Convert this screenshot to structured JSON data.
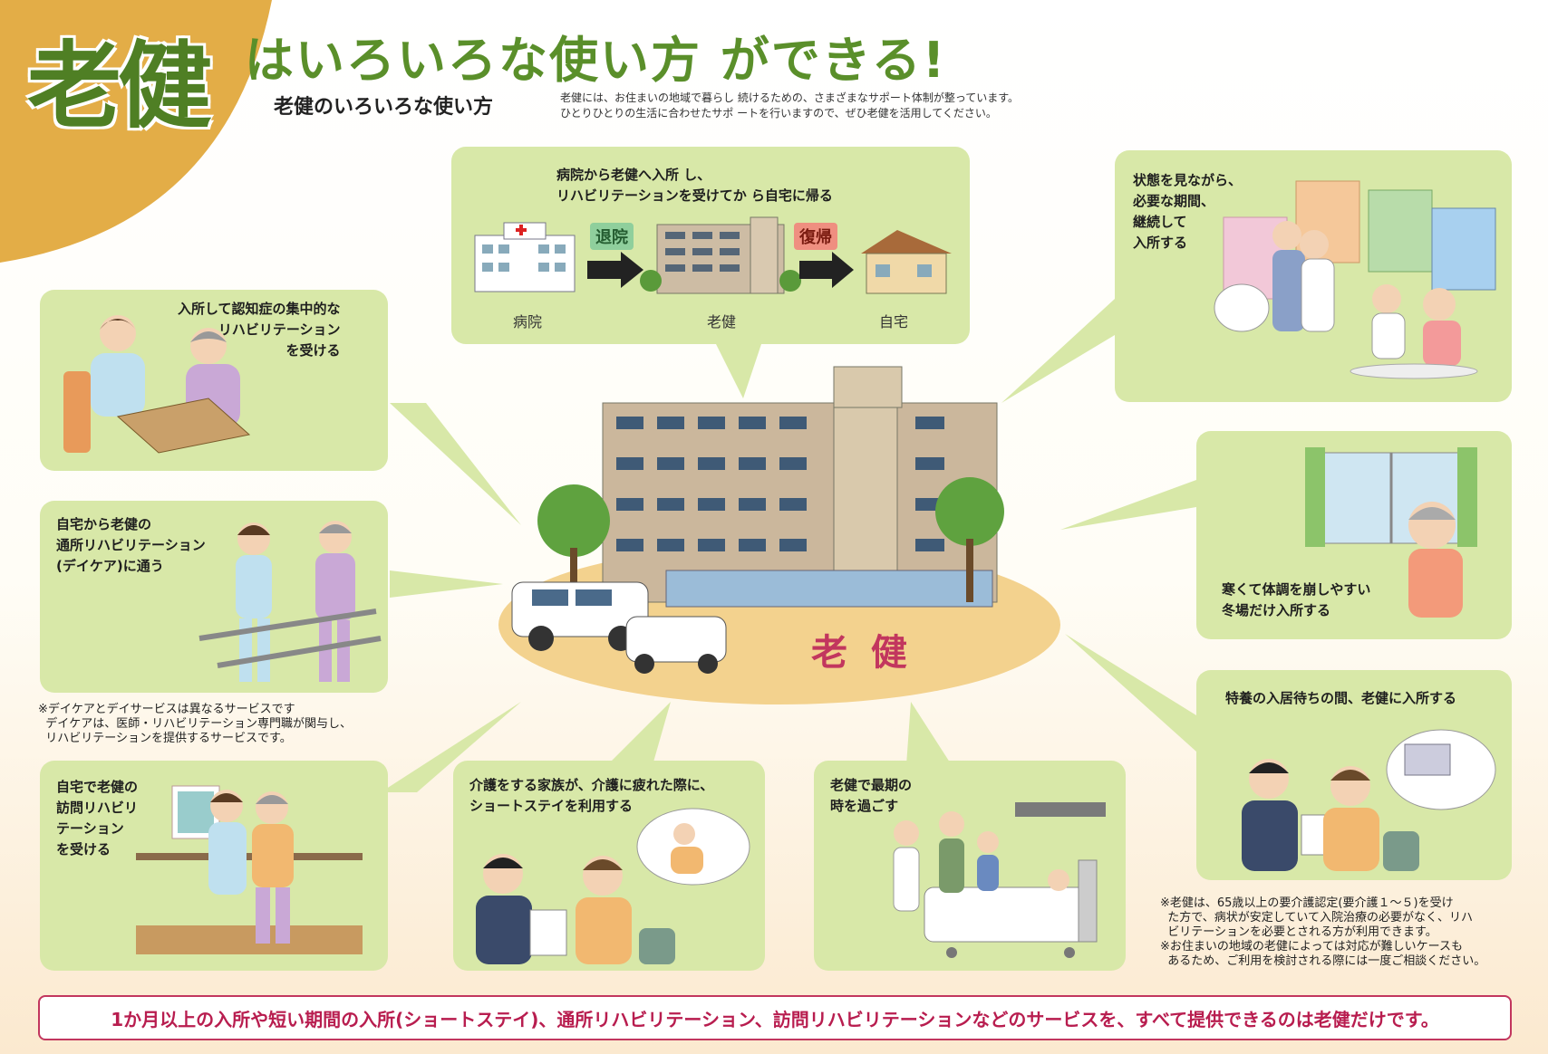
{
  "header": {
    "title_main": "老健",
    "title_sub": "はいろいろな使い方 ができる!",
    "lead_title": "老健のいろいろな使い方",
    "lead_text": "老健には、お住まいの地域で暮らし 続けるための、さまざまなサポート体制が整っています。\nひとりひとりの生活に合わせたサポ ートを行いますので、ぜひ老健を活用してください。"
  },
  "flow": {
    "text": "病院から老健へ入所 し、\nリハビリテーションを受けてか ら自宅に帰る",
    "steps": [
      "病院",
      "老健",
      "自宅"
    ],
    "tags": [
      "退院",
      "復帰"
    ]
  },
  "center": {
    "label": "老 健"
  },
  "bubbles": {
    "dementia": "入所して認知症の集中的な\nリハビリテーション\nを受ける",
    "daycare": "自宅から老健の\n通所リハビリテーション\n(デイケア)に通う",
    "daycare_note": "※デイケアとデイサービスは異なるサービスです\n  デイケアは、医師・リハビリテーション専門職が関与し、\n  リハビリテーションを提供するサービスです。",
    "home_visit": "自宅で老健の\n訪問リハビリ\nテーション\nを受ける",
    "short_stay": "介護をする家族が、介護に疲れた際に、\nショートステイを利用する",
    "end_of_life": "老健で最期の\n時を過ごす",
    "monitor": "状態を見ながら、\n必要な期間、\n継続して\n入所する",
    "winter": "寒くて体調を崩しやすい\n冬場だけ入所する",
    "waiting": "特養の入居待ちの間、老健に入所する"
  },
  "notes": {
    "eligibility": "※老健は、65歳以上の要介護認定(要介護１〜５)を受け\n  た方で、病状が安定していて入院治療の必要がなく、リハ\n  ビリテーションを必要とされる方が利用できます。\n※お住まいの地域の老健によっては対応が難しいケースも\n  あるため、ご利用を検討される際には一度ご相談ください。"
  },
  "footer": {
    "text": "1か月以上の入所や短い期間の入所(ショートステイ)、通所リハビリテーション、訪問リハビリテーションなどのサービスを、すべて提供できるのは老健だけです。"
  },
  "colors": {
    "bubble": "#d8e8a8",
    "title_green": "#4f7f24",
    "accent_red": "#c2365e",
    "corner": "#e3ad47"
  }
}
